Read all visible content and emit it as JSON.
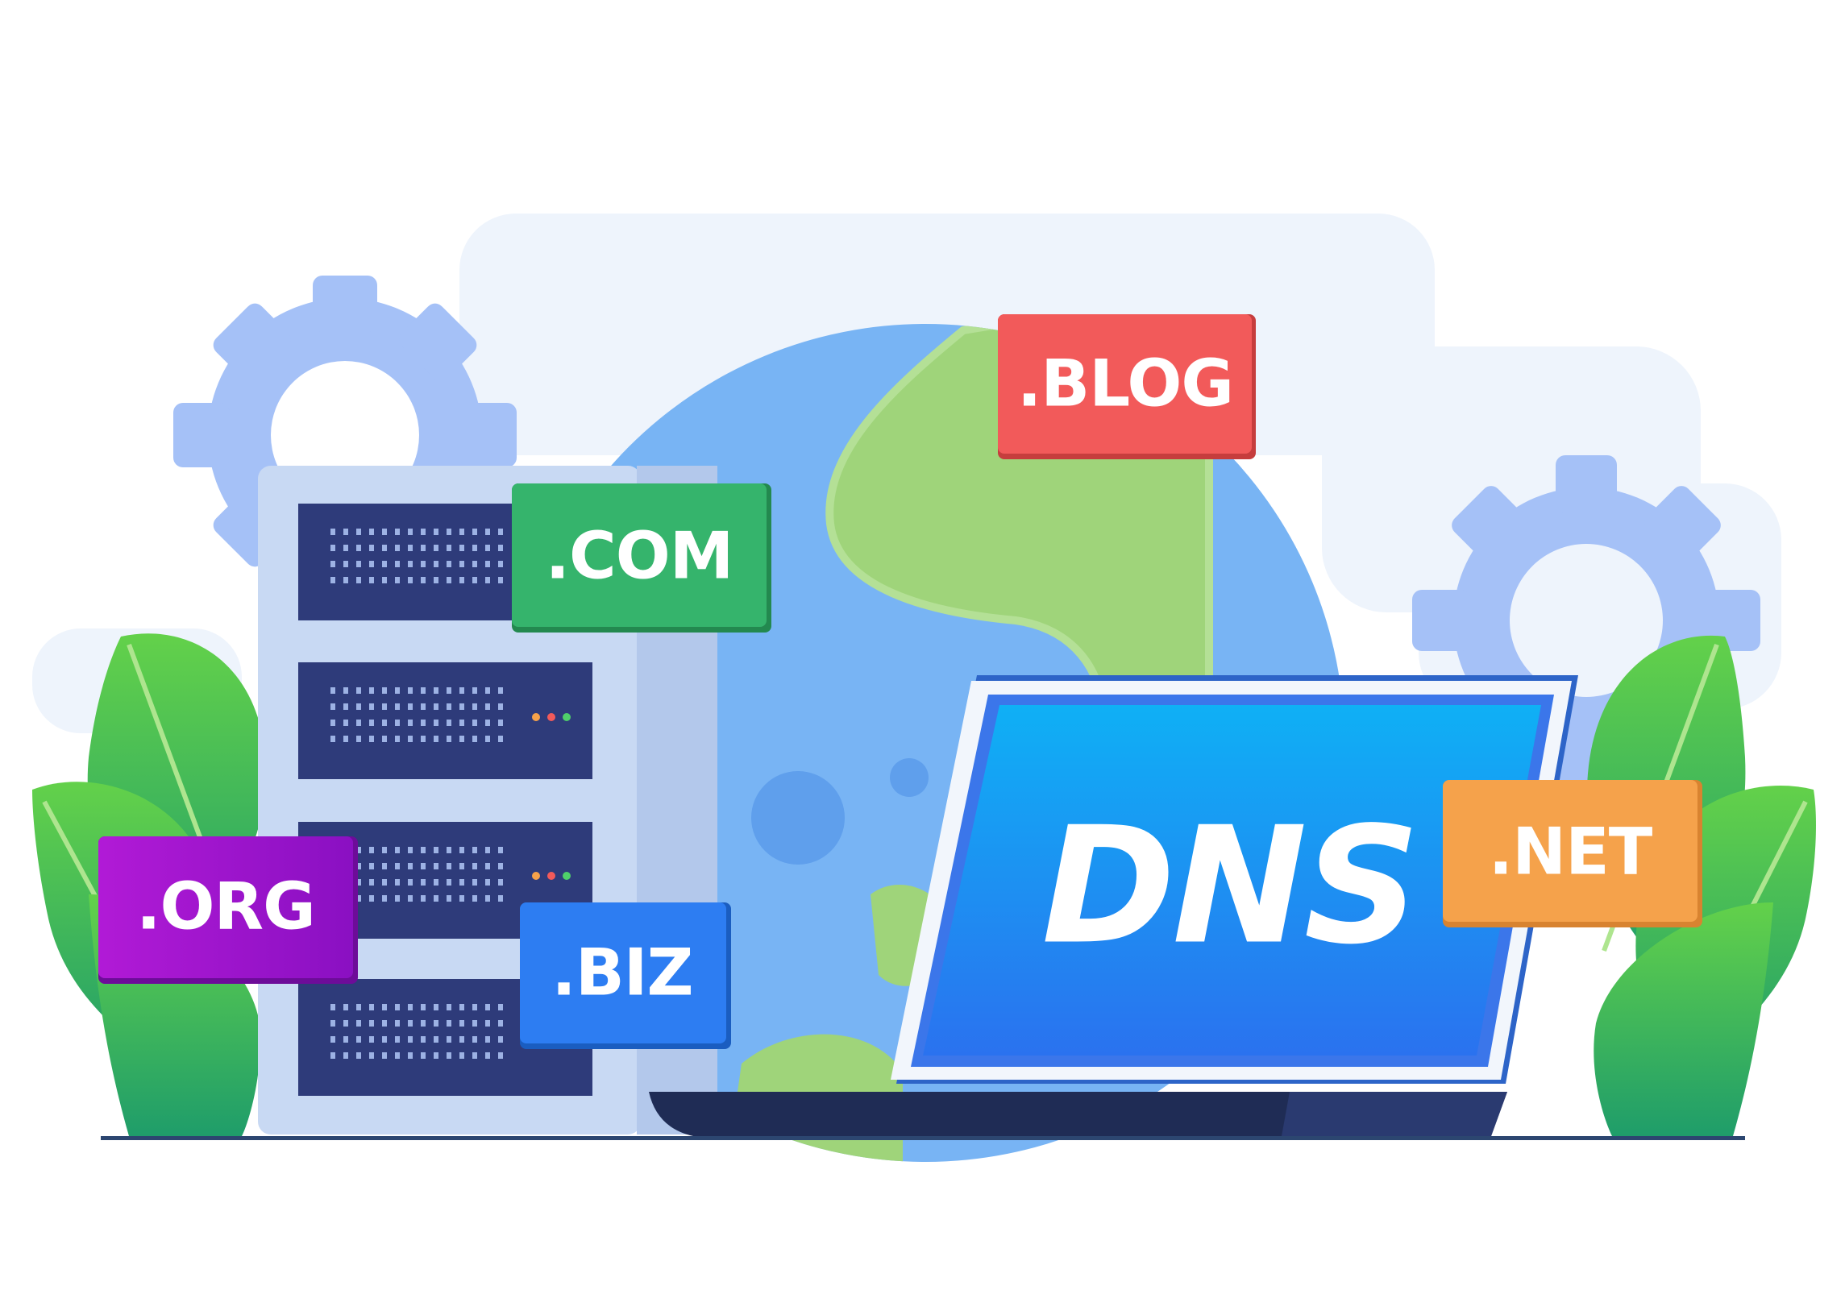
{
  "screen_label": "DNS",
  "domain_tags": [
    {
      "id": "blog",
      "label": ".BLOG",
      "color": "#f25a5a"
    },
    {
      "id": "com",
      "label": ".COM",
      "color": "#35b46c"
    },
    {
      "id": "net",
      "label": ".NET",
      "color": "#f5a24b"
    },
    {
      "id": "org",
      "label": ".ORG",
      "color": "#9a14cc"
    },
    {
      "id": "biz",
      "label": ".BIZ",
      "color": "#2d7df2"
    }
  ],
  "icons": [
    "gear-icon",
    "globe-icon",
    "server-rack-icon",
    "laptop-icon",
    "leaf-icon"
  ],
  "colors": {
    "background": "#ffffff",
    "cloud": "#eef4fc",
    "gear": "#a5c1f7",
    "globe_ocean": "#78b4f4",
    "globe_land": "#9fd47a",
    "server_body": "#c8d9f3",
    "server_slot": "#2e3b7a",
    "laptop_screen": "#1a9cf2",
    "leaf": "#3fbf5e",
    "ground": "#2c4670"
  }
}
